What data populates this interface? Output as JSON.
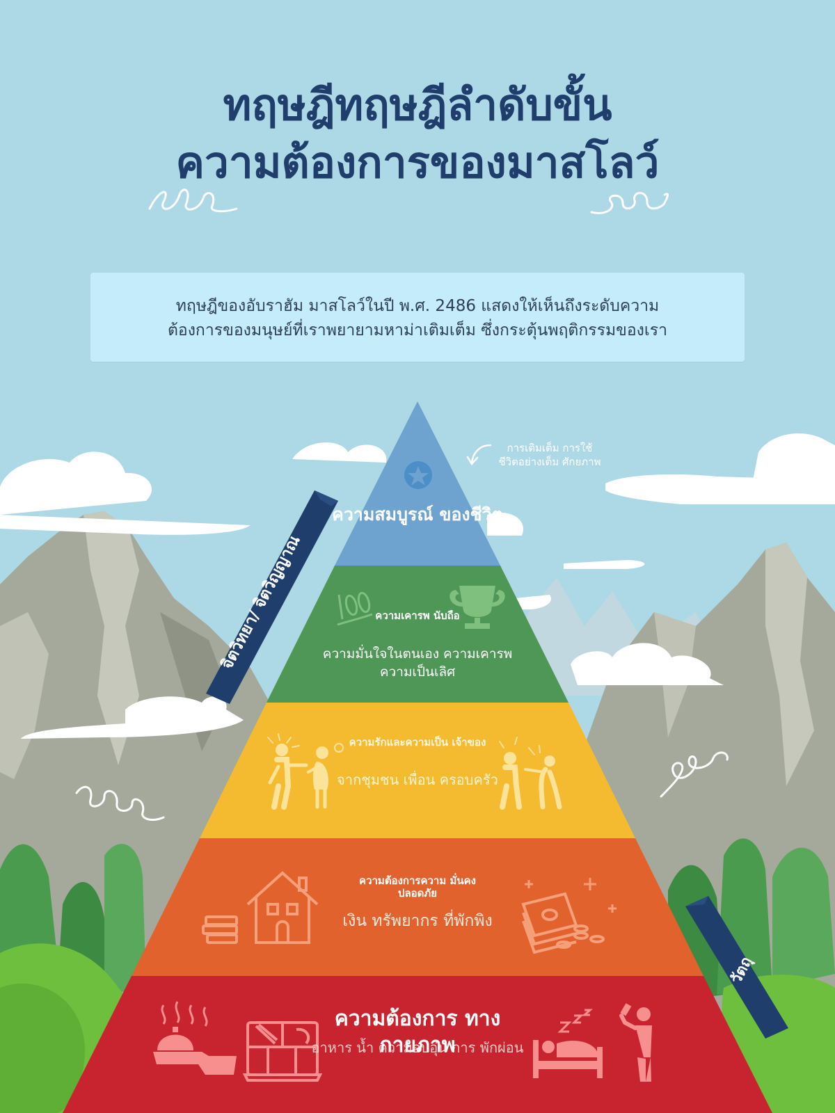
{
  "title": {
    "line1": "ทฤษฎีทฤษฎีลำดับขั้น",
    "line2": "ความต้องการของมาสโลว์"
  },
  "intro": {
    "line1": "ทฤษฎีของอับราฮัม มาสโลว์ในปี พ.ศ. 2486 แสดงให้เห็นถึงระดับความ",
    "line2": "ต้องการของมนุษย์ที่เราพยายามหาม่าเติมเต็ม ซึ่งกระตุ้นพฤติกรรมของเรา"
  },
  "pyramid": {
    "tier1": {
      "title": "ความสมบูรณ์ ของชีวิต",
      "color": "#6ea3d0"
    },
    "tier2": {
      "title": "ความเคารพ นับถือ",
      "desc": "ความมั่นใจในตนเอง ความเคารพ ความเป็นเลิศ",
      "color": "#4e9756"
    },
    "tier3": {
      "title": "ความรักและความเป็น เจ้าของ",
      "desc": "จากชุมชน เพื่อน ครอบครัว",
      "color": "#f4bb31"
    },
    "tier4": {
      "title": "ความต้องการความ มั่นคงปลอดภัย",
      "desc": "เงิน ทรัพยากร ที่พักพิง",
      "color": "#e2622e"
    },
    "tier5": {
      "title": "ความต้องการ ทางกายภาพ",
      "desc": "อาหาร น้ำ ความอบอุ่น การ พักผ่อน",
      "color": "#c8242f"
    }
  },
  "annotation": "การเติมเต็ม การใช้ ชีวิตอย่างเต็ม ศักยภาพ",
  "ribbons": {
    "left": "จิตวิทยา/ จิตวิญญาณ",
    "right": "วัตถุ"
  },
  "colors": {
    "sky": "#add8e6",
    "title": "#1f3e6b",
    "intro_box": "#c4ecfb",
    "ribbon": "#1f3e6b",
    "mountain": "#a5a99c",
    "tree": "#4a9b4d"
  },
  "icons": [
    "star-icon",
    "100-icon",
    "trophy-icon",
    "people-arguing-icon",
    "people-pointing-icon",
    "house-icon",
    "books-icon",
    "money-icon",
    "food-tray-icon",
    "serving-dish-icon",
    "bed-sleep-icon",
    "person-drinking-icon"
  ]
}
